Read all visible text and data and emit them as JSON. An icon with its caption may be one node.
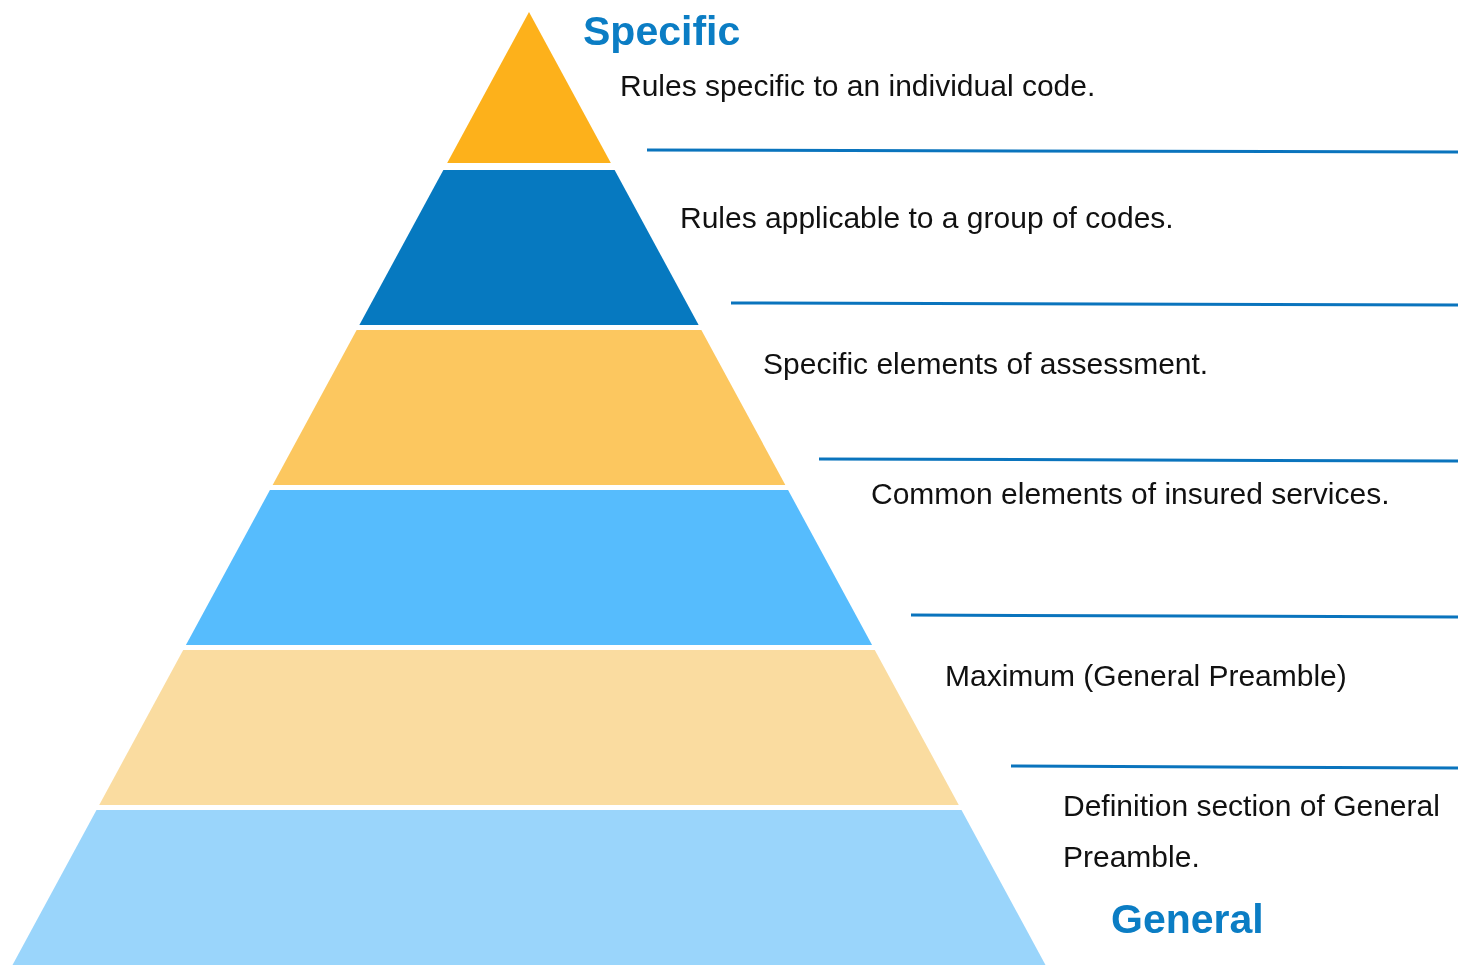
{
  "diagram": {
    "nodes": [
      {
        "text": [],
        "shape": "triangle",
        "beside": [
          "Rules specific to an individual code."
        ]
      },
      {
        "text": [],
        "shape": "trapezoid",
        "beside": [
          "Rules applicable to a group of codes."
        ]
      },
      {
        "text": [],
        "shape": "trapezoid",
        "beside": [
          "Specific elements of assessment."
        ]
      },
      {
        "text": [],
        "shape": "trapezoid",
        "beside": [
          "Common elements of insured services."
        ]
      },
      {
        "text": [],
        "shape": "trapezoid",
        "beside": [
          "Maximum (General Preamble)"
        ]
      },
      {
        "text": [],
        "shape": "trapezoid",
        "beside": [
          "Definition section of General Preamble."
        ]
      }
    ],
    "edges": [],
    "labels": [
      "Specific",
      "General"
    ]
  }
}
